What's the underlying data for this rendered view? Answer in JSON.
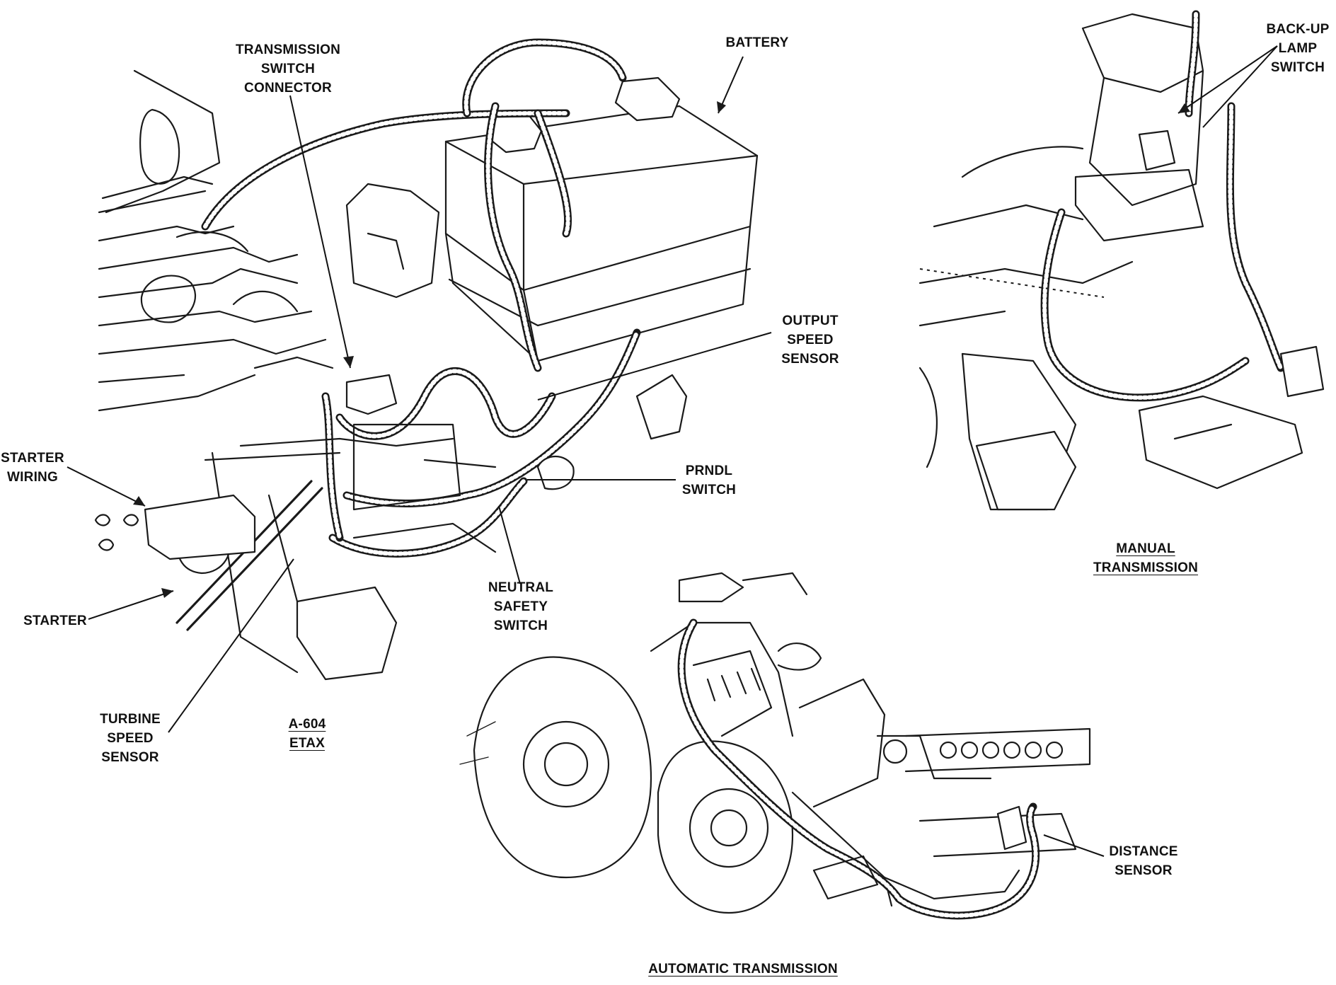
{
  "labels": {
    "transmission_switch_connector": [
      "TRANSMISSION",
      "SWITCH",
      "CONNECTOR"
    ],
    "battery": "BATTERY",
    "back_up_lamp_switch": [
      "BACK-UP",
      "LAMP",
      "SWITCH"
    ],
    "output_speed_sensor": [
      "OUTPUT",
      "SPEED",
      "SENSOR"
    ],
    "starter_wiring": [
      "STARTER",
      "WIRING"
    ],
    "prndl_switch": [
      "PRNDL",
      "SWITCH"
    ],
    "manual_transmission": [
      "MANUAL",
      "TRANSMISSION"
    ],
    "neutral_safety_switch": [
      "NEUTRAL",
      "SAFETY",
      "SWITCH"
    ],
    "starter": "STARTER",
    "turbine_speed_sensor": [
      "TURBINE",
      "SPEED",
      "SENSOR"
    ],
    "a604_etax": [
      "A-604",
      "ETAX"
    ],
    "distance_sensor": [
      "DISTANCE",
      "SENSOR"
    ],
    "automatic_transmission": "AUTOMATIC TRANSMISSION"
  },
  "colors": {
    "ink": "#1a1a1a",
    "paper": "#ffffff"
  }
}
